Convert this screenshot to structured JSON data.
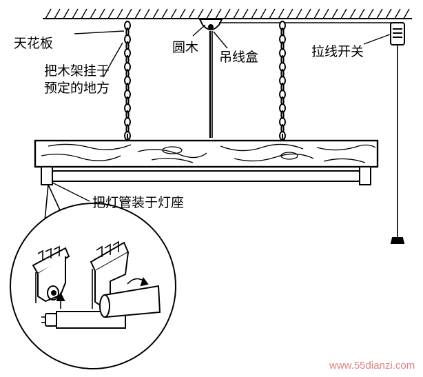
{
  "labels": {
    "ceiling": "天花板",
    "round_wood": "圆木",
    "ceiling_rose": "吊线盒",
    "pull_switch": "拉线开关",
    "hang_frame_line1": "把木架挂于",
    "hang_frame_line2": "预定的地方",
    "install_tube": "把灯管装于灯座"
  },
  "watermark": "www.55dianzi.com",
  "colors": {
    "ink": "#000000",
    "watermark": "#e08080"
  }
}
